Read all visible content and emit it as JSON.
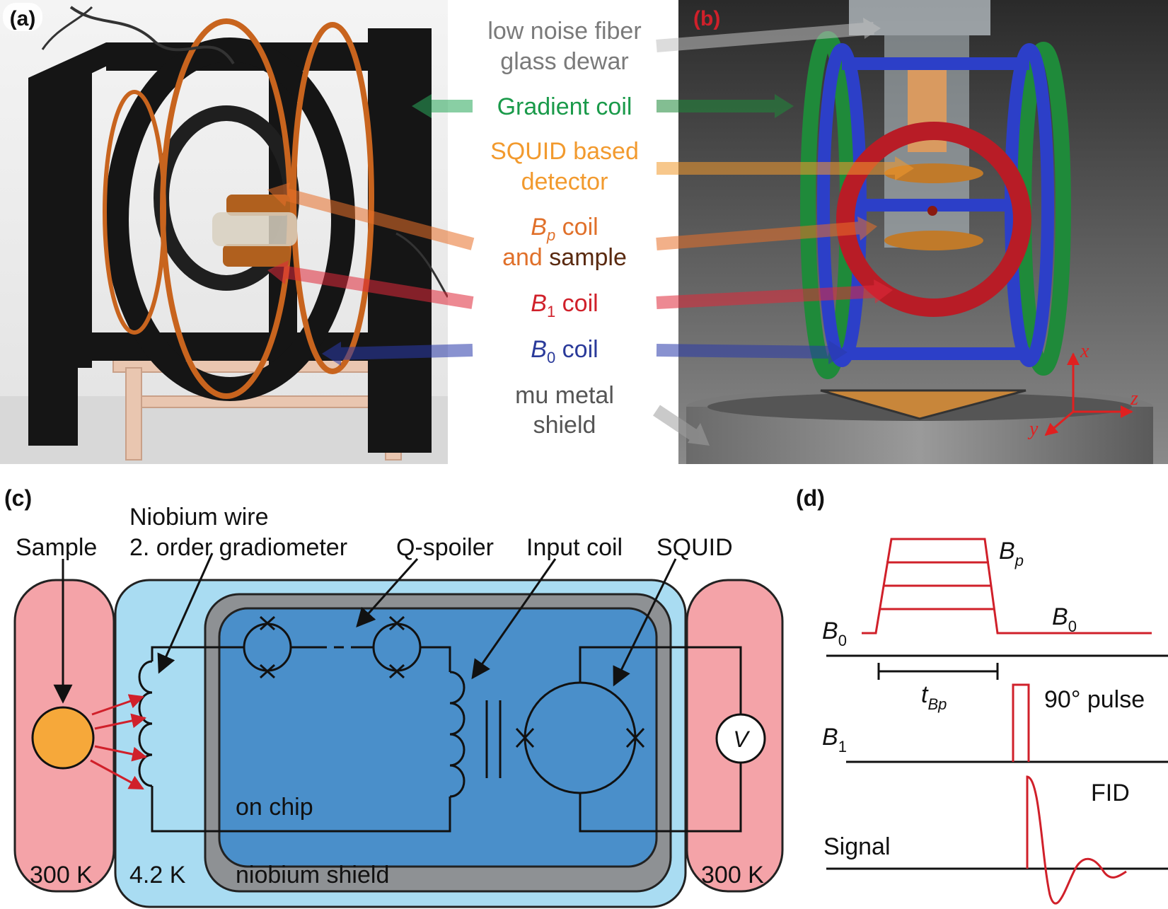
{
  "panels": {
    "a": "(a)",
    "b": "(b)",
    "c": "(c)",
    "d": "(d)"
  },
  "legend": {
    "dewar_line1": "low noise fiber",
    "dewar_line2": "glass dewar",
    "gradient": "Gradient coil",
    "squid_line1": "SQUID based",
    "squid_line2": "detector",
    "bp_symbol": "B",
    "bp_sub": "p",
    "bp_rest": " coil",
    "and": "and ",
    "sample": "sample",
    "b1_symbol": "B",
    "b1_sub": "1",
    "b1_rest": " coil",
    "b0_symbol": "B",
    "b0_sub": "0",
    "b0_rest": " coil",
    "mu_line1": "mu metal",
    "mu_line2": "shield",
    "colors": {
      "gray": "#7a7a7a",
      "green": "#1a9a4a",
      "orange": "#f29a2e",
      "bp_orange": "#e0702a",
      "brown": "#5a2a10",
      "red": "#d0202a",
      "blue": "#2a3a9a"
    }
  },
  "axes": {
    "x": "x",
    "y": "y",
    "z": "z"
  },
  "circuit": {
    "sample": "Sample",
    "wire_line1": "Niobium wire",
    "wire_line2": "2. order gradiometer",
    "qspoiler": "Q-spoiler",
    "input_coil": "Input coil",
    "squid": "SQUID",
    "on_chip": "on chip",
    "niobium_shield": "niobium shield",
    "temp_left": "300 K",
    "temp_mid": "4.2 K",
    "temp_right": "300 K",
    "voltmeter": "V"
  },
  "sequence": {
    "bp_main": "B",
    "bp_sub": "p",
    "b0_main": "B",
    "b0_sub": "0",
    "b0_left_main": "B",
    "b0_left_sub": "0",
    "t_main": "t",
    "t_sub": "Bp",
    "pulse_label": "90° pulse",
    "b1_main": "B",
    "b1_sub": "1",
    "fid": "FID",
    "signal": "Signal"
  }
}
